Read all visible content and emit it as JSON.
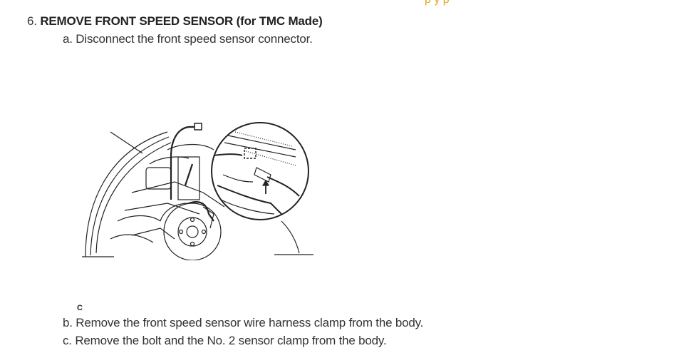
{
  "top_fragment": "p          y          p",
  "step": {
    "number": "6.",
    "title": "REMOVE FRONT SPEED SENSOR (for TMC Made)",
    "sub_a": "a. Disconnect the front speed sensor connector.",
    "sub_b": "b. Remove the front speed sensor wire harness clamp from the body.",
    "sub_c": "c. Remove the bolt and the No. 2 sensor clamp from the body."
  },
  "figure": {
    "caption": "C"
  },
  "colors": {
    "text": "#333333",
    "accent": "#e8a317"
  }
}
